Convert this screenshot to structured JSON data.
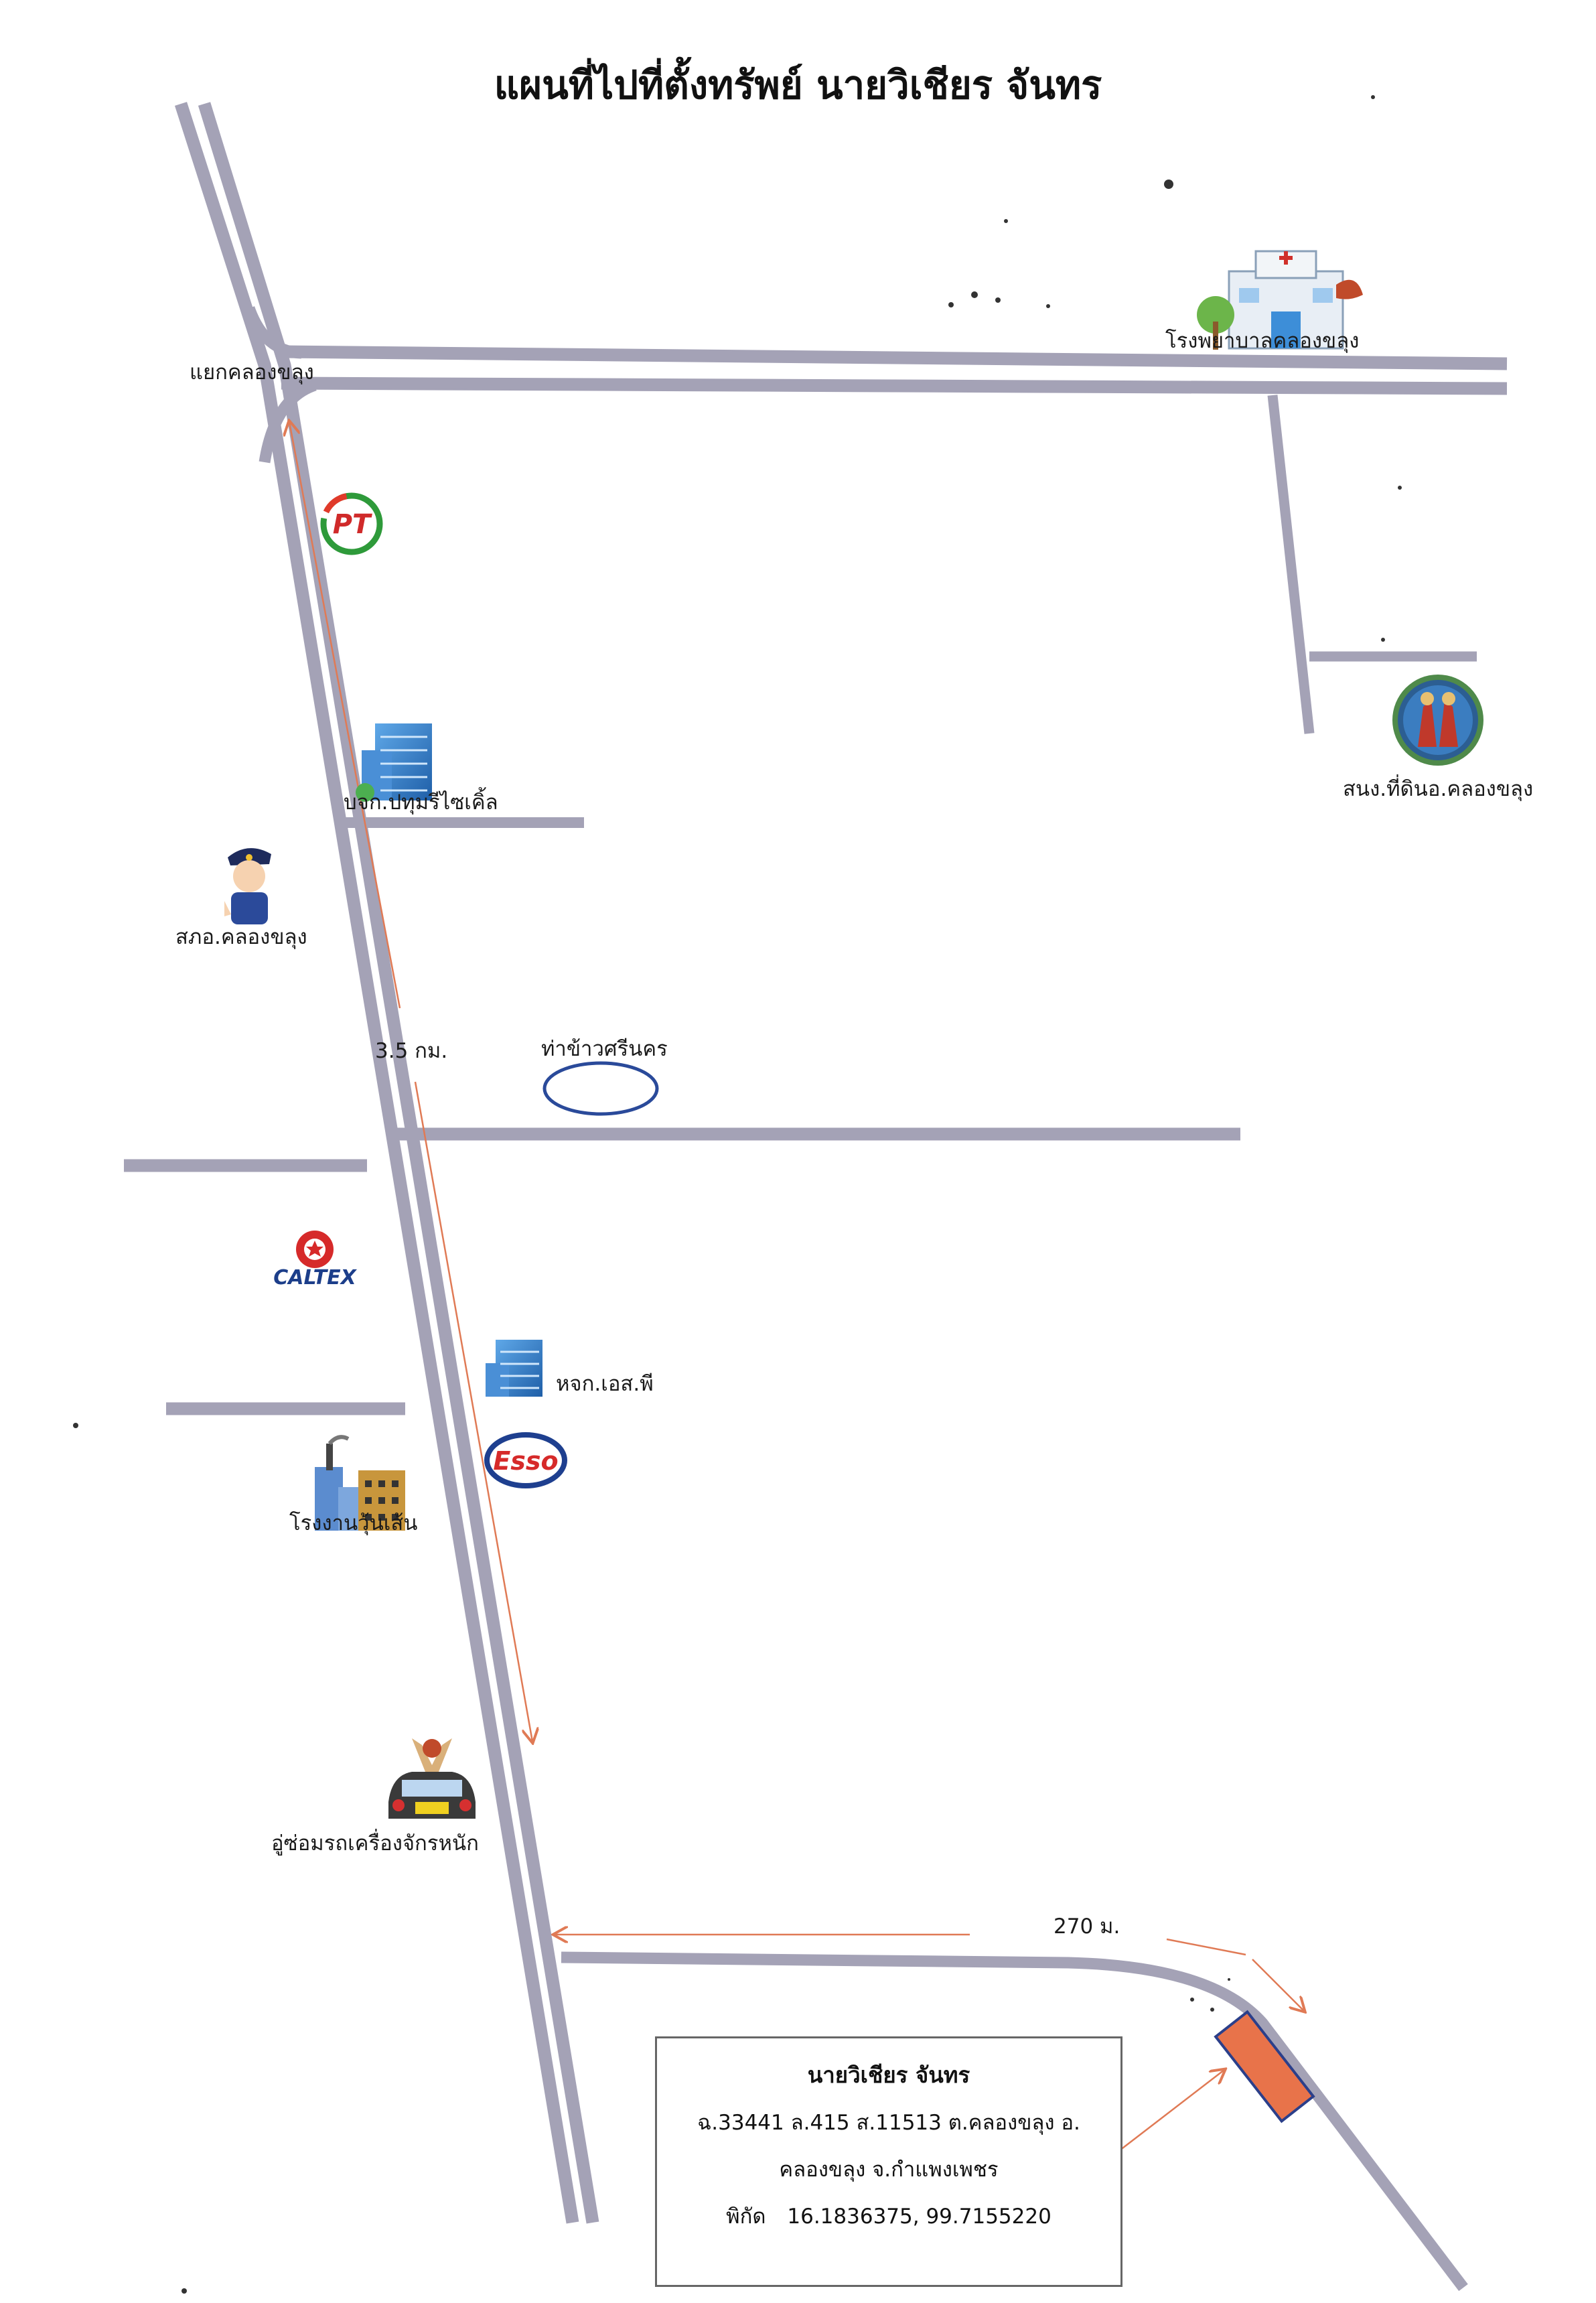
{
  "title": "แผนที่ไปที่ตั้งทรัพย์  นายวิเชียร จันทร",
  "labels": {
    "junction": "แยกคลองขลุง",
    "hospital": "โรงพยาบาลคลองขลุง",
    "land_office": "สนง.ที่ดินอ.คลองขลุง",
    "pathum": "บจก.ปทุมรีไซเคิ้ล",
    "police": "สภอ.คลองขลุง",
    "distance_main": "3.5 กม.",
    "rice_port": "ท่าข้าวศรีนคร",
    "sp": "หจก.เอส.พี",
    "noodle_factory": "โรงงานวุ้นเส้น",
    "garage": "อู่ซ่อมรถเครื่องจักรหนัก",
    "distance_side": "270 ม."
  },
  "logos": {
    "pt": "PT",
    "caltex": "CALTEX",
    "esso": "Esso"
  },
  "property_box": {
    "name": "นายวิเชียร จันทร",
    "line1": "ฉ.33441 ล.415 ส.11513 ต.คลองขลุง อ.",
    "line2": "คลองขลุง จ.กำแพงเพชร",
    "coords_label": "พิกัด",
    "coords_value": "16.1836375, 99.7155220"
  },
  "colors": {
    "road": "#a4a2b6",
    "route_arrow": "#e07a55",
    "property_fill": "#e8734a",
    "property_stroke": "#2b3f8a",
    "ellipse": "#2a4a9a"
  },
  "icons": [
    "hospital-icon",
    "pt-logo-icon",
    "office-building-icon",
    "police-icon",
    "caltex-logo-icon",
    "esso-logo-icon",
    "factory-icon",
    "garage-icon",
    "land-office-seal-icon",
    "property-plot-icon"
  ]
}
